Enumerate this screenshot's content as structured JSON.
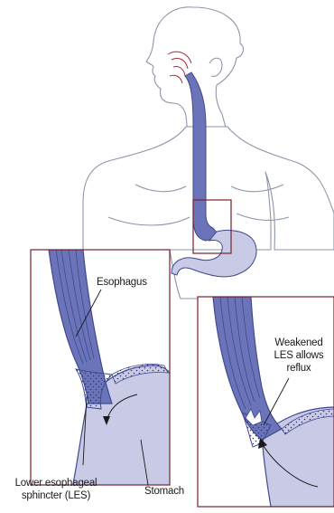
{
  "labels": {
    "esophagus": "Esophagus",
    "stomach": "Stomach",
    "les_line1": "Lower esophageal",
    "les_line2": "sphincter (LES)",
    "weak_line1": "Weakened",
    "weak_line2": "LES allows",
    "weak_line3": "reflux"
  },
  "colors": {
    "outline": "#8e95aa",
    "body_fill": "#ffffff",
    "esophagus_fill": "#6b74b8",
    "esophagus_dark": "#3f4990",
    "stomach_fill": "#c9cbe6",
    "inset_border": "#7a1f2a",
    "label_text": "#1a1a1a"
  }
}
